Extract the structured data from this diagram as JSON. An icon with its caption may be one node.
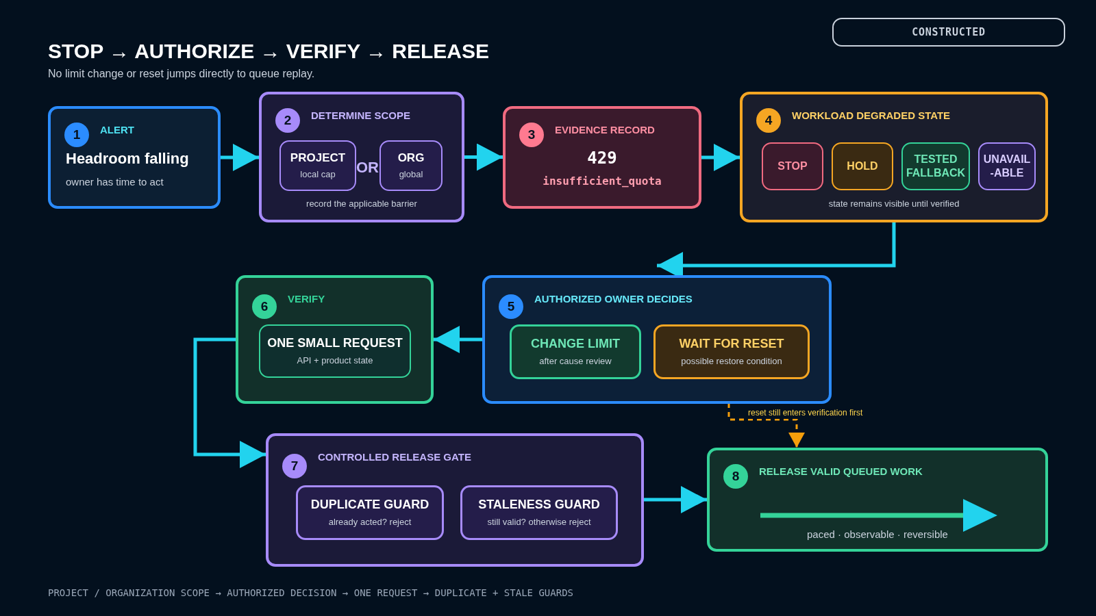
{
  "diagram": {
    "title": "STOP → AUTHORIZE → VERIFY → RELEASE",
    "nodes": [
      {
        "text": [
          "1",
          "ALERT",
          "Headroom falling",
          "owner has time to act"
        ]
      },
      {
        "text": [
          "2",
          "DETERMINE SCOPE",
          "OR",
          "record the applicable barrier"
        ]
      },
      {
        "text": [
          "PROJECT",
          "local cap"
        ],
        "in": 1
      },
      {
        "text": [
          "ORG",
          "global"
        ],
        "in": 1
      },
      {
        "text": [
          "3",
          "EVIDENCE RECORD",
          "429",
          "insufficient_quota"
        ]
      },
      {
        "text": [
          "4",
          "WORKLOAD DEGRADED STATE",
          "state remains visible until verified"
        ]
      },
      {
        "text": [
          "STOP"
        ],
        "in": 5
      },
      {
        "text": [
          "HOLD"
        ],
        "in": 5
      },
      {
        "text": [
          "TESTED FALLBACK"
        ],
        "in": 5
      },
      {
        "text": [
          "UNAVAIL-ABLE"
        ],
        "in": 5
      },
      {
        "text": [
          "6",
          "VERIFY"
        ]
      },
      {
        "text": [
          "ONE SMALL REQUEST",
          "API + product state"
        ],
        "in": 10
      },
      {
        "text": [
          "5",
          "AUTHORIZED OWNER DECIDES"
        ]
      },
      {
        "text": [
          "CHANGE LIMIT",
          "after cause review"
        ],
        "in": 12
      },
      {
        "text": [
          "WAIT FOR RESET",
          "possible restore condition"
        ],
        "in": 12
      },
      {
        "text": [
          "7",
          "CONTROLLED RELEASE GATE"
        ]
      },
      {
        "text": [
          "DUPLICATE GUARD",
          "already acted? reject"
        ],
        "in": 15
      },
      {
        "text": [
          "STALENESS GUARD",
          "still valid? otherwise reject"
        ],
        "in": 15
      },
      {
        "text": [
          "8",
          "RELEASE VALID QUEUED WORK",
          "paced · observable · reversible"
        ]
      }
    ],
    "edges": [
      {
        "from": 0,
        "to": 1,
        "arrow": "to"
      },
      {
        "from": 1,
        "to": 4,
        "arrow": "to"
      },
      {
        "from": 4,
        "to": 5,
        "arrow": "to"
      },
      {
        "from": 5,
        "to": 12,
        "arrow": "to"
      },
      {
        "from": 12,
        "to": 10,
        "arrow": "to"
      },
      {
        "from": 14,
        "to": 18,
        "arrow": "to",
        "label": "reset still enters verification first",
        "style": "dashed",
        "color": "#f59e0b"
      },
      {
        "from": 10,
        "to": 15,
        "arrow": "to"
      },
      {
        "from": 15,
        "to": 18,
        "arrow": "to"
      }
    ],
    "labels": [
      "No limit change or reset jumps directly to queue replay.",
      "CONSTRUCTED",
      "PROJECT / ORGANIZATION SCOPE → AUTHORIZED DECISION → ONE REQUEST → DUPLICATE + STALE GUARDS"
    ]
  }
}
